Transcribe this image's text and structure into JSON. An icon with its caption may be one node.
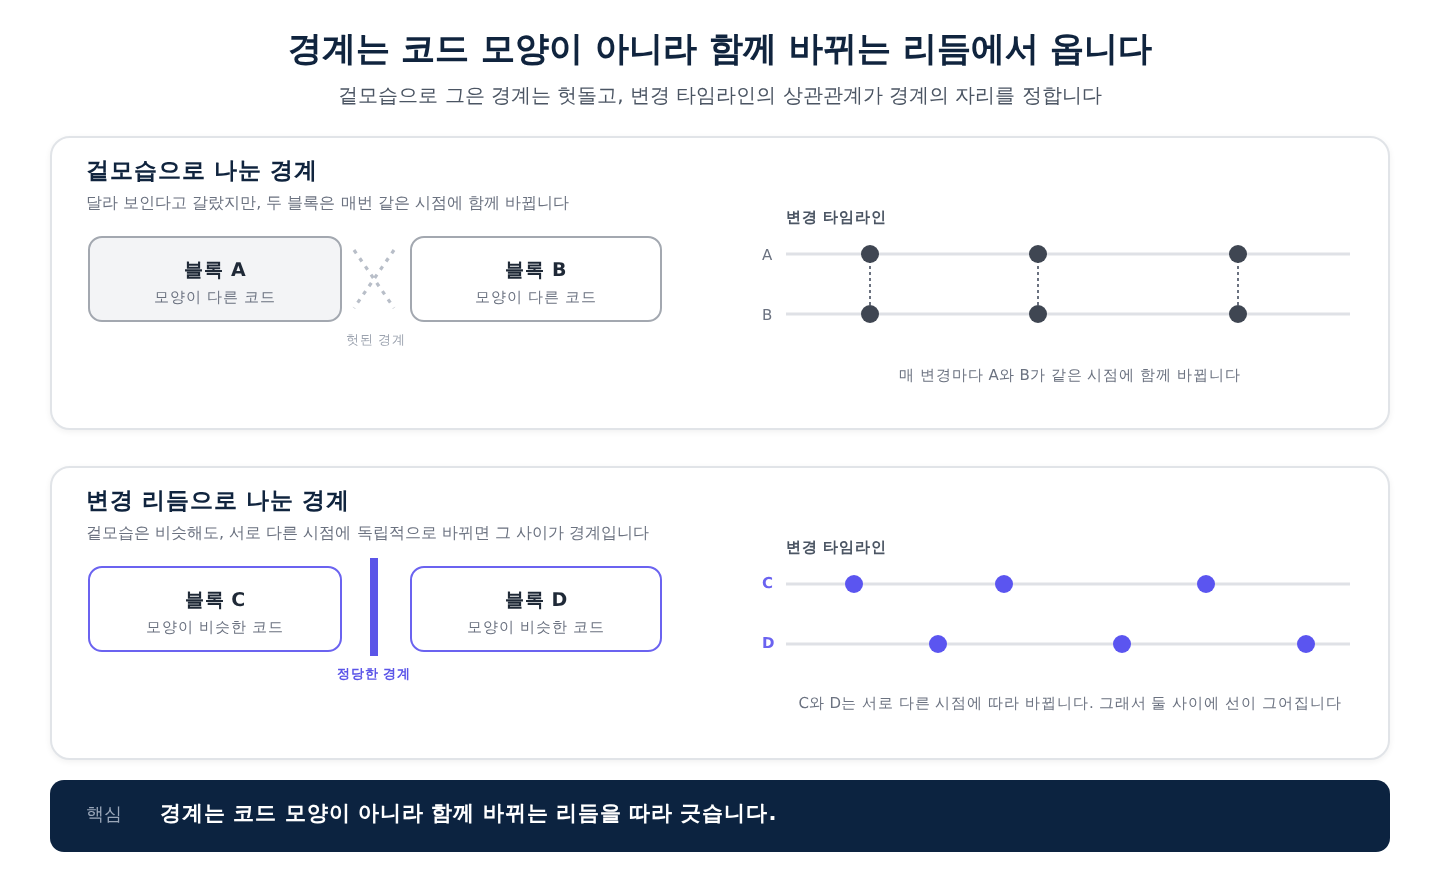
{
  "diagram": {
    "title": "경계는 코드 모양이 아니라 함께 바뀌는 리듬에서 옵니다",
    "nodes": [
      {
        "text": [
          "겉모습으로 나눈 경계",
          "달라 보인다고 갈랐지만, 두 블록은 매번 같은 시점에 함께 바뀝니다"
        ]
      },
      {
        "text": [
          "블록 A",
          "모양이 다른 코드"
        ],
        "in": 0
      },
      {
        "text": [
          "블록 B",
          "모양이 다른 코드"
        ],
        "in": 0
      },
      {
        "text": [
          "변경 리듬으로 나눈 경계",
          "겉모습은 비슷해도, 서로 다른 시점에 독립적으로 바뀌면 그 사이가 경계입니다"
        ]
      },
      {
        "text": [
          "블록 C",
          "모양이 비슷한 코드"
        ],
        "in": 3
      },
      {
        "text": [
          "블록 D",
          "모양이 비슷한 코드"
        ],
        "in": 3
      },
      {
        "text": [
          "핵심",
          "경계는 코드 모양이 아니라 함께 바뀌는 리듬을 따라 긋습니다."
        ]
      }
    ],
    "edges": [],
    "labels": [
      "겉모습으로 그은 경계는 헛돌고, 변경 타임라인의 상관관계가 경계의 자리를 정합니다",
      "헛된 경계",
      "변경 타임라인",
      "A",
      "B",
      "매 변경마다 A와 B가 같은 시점에 함께 바뀝니다",
      "정당한 경계",
      "변경 타임라인",
      "C",
      "D",
      "C와 D는 서로 다른 시점에 따라 바뀝니다. 그래서 둘 사이에 선이 그어집니다"
    ]
  }
}
